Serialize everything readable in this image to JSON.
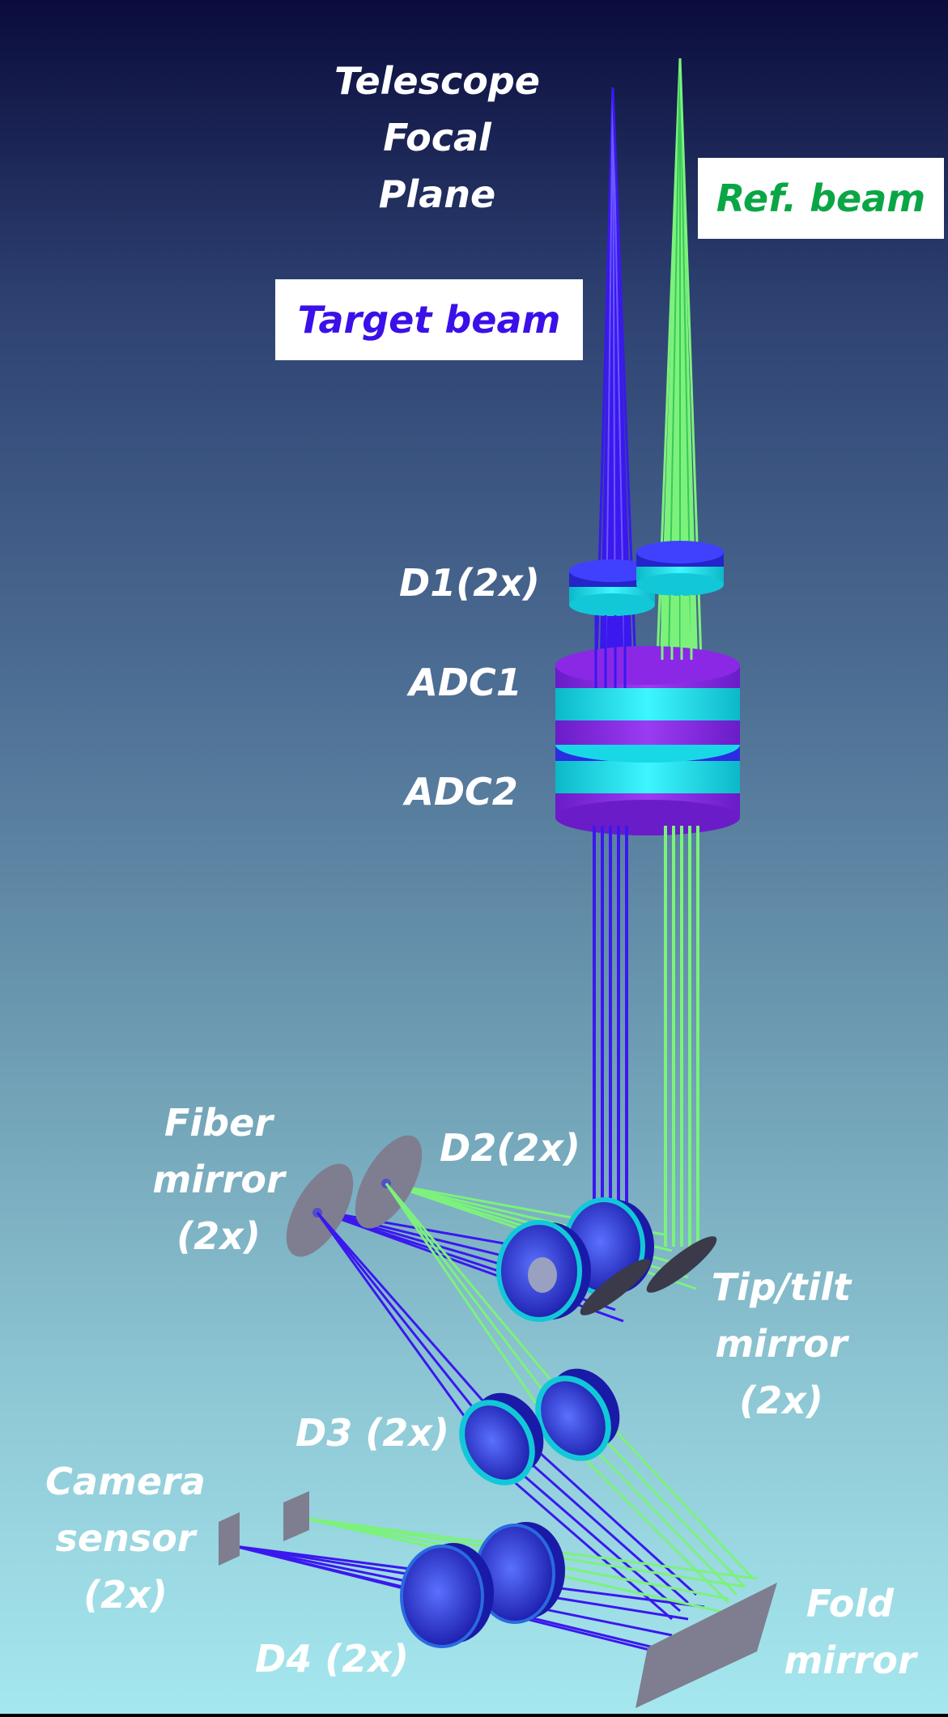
{
  "colors": {
    "target_beam": "#3a18ee",
    "reference_beam": "#7cf27c",
    "lens_cyan": "#1ee8f0",
    "lens_blue": "#2a2ad8",
    "adc_purple": "#8a28e6",
    "mirror_gray": "#7e7e90",
    "tip_tilt_mirror": "#3a3a4a",
    "target_label_text": "#3b10e8",
    "reference_label_text": "#0aa646"
  },
  "labels": {
    "telescope_focal_plane": "Telescope Focal\nPlane",
    "target_beam": "Target  beam",
    "reference_beam": "Ref. beam",
    "d1": "D1(2x)",
    "adc1": "ADC1",
    "adc2": "ADC2",
    "fiber_mirror": "Fiber\nmirror\n(2x)",
    "d2": "D2(2x)",
    "tip_tilt_mirror": "Tip/tilt\nmirror\n(2x)",
    "d3": "D3 (2x)",
    "camera_sensor": "Camera\nsensor\n(2x)",
    "d4": "D4 (2x)",
    "fold_mirror": "Fold\nmirror"
  }
}
